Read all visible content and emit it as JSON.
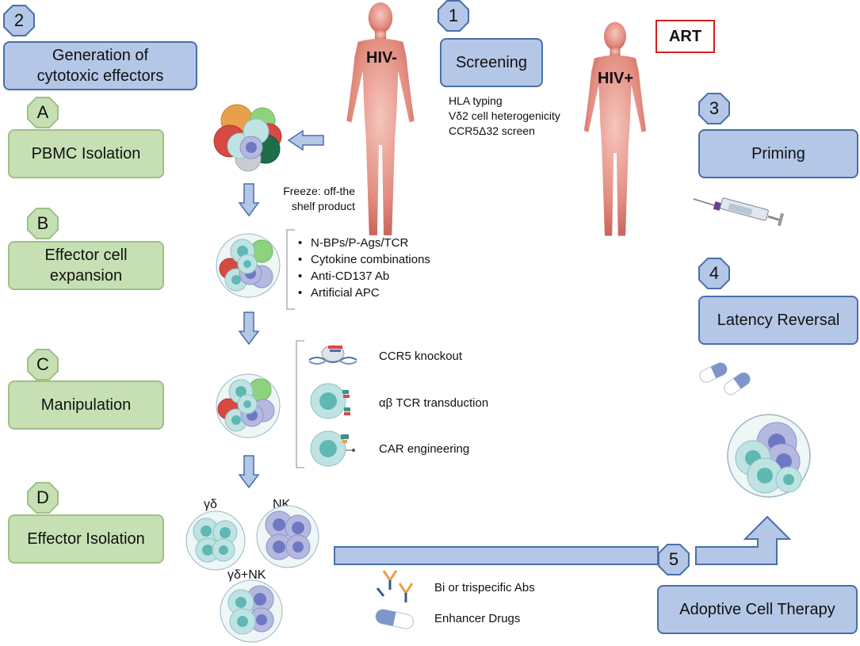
{
  "steps": {
    "s1": "1",
    "s2": "2",
    "s3": "3",
    "s4": "4",
    "s5": "5",
    "sA": "A",
    "sB": "B",
    "sC": "C",
    "sD": "D"
  },
  "boxes": {
    "generation": "Generation of cytotoxic effectors",
    "screening": "Screening",
    "priming": "Priming",
    "latency": "Latency Reversal",
    "adoptive": "Adoptive Cell Therapy",
    "pbmc": "PBMC Isolation",
    "expansion": "Effector cell expansion",
    "manipulation": "Manipulation",
    "isolation": "Effector Isolation"
  },
  "people": {
    "hiv_neg": "HIV-",
    "hiv_pos": "HIV+",
    "art": "ART"
  },
  "screening_items": [
    "HLA typing",
    "Vδ2 cell heterogenicity",
    "CCR5Δ32 screen"
  ],
  "freeze_note": "Freeze: off-the shelf product",
  "expansion_items": [
    "N-BPs/P-Ags/TCR",
    "Cytokine combinations",
    "Anti-CD137 Ab",
    "Artificial APC"
  ],
  "manipulation_items": [
    "CCR5 knockout",
    "αβ TCR transduction",
    "CAR engineering"
  ],
  "effector_labels": {
    "gd": "γδ",
    "nk": "NK",
    "gdnk": "γδ+NK"
  },
  "enhancers": {
    "abs": "Bi or trispecific Abs",
    "drugs": "Enhancer Drugs"
  },
  "colors": {
    "blue_fill": "#b4c7e7",
    "blue_border": "#4a6fa8",
    "green_fill": "#c6e0b4",
    "art_border": "#d21f1f",
    "arrow": "#8fb0e0",
    "body": "#e89a90"
  }
}
